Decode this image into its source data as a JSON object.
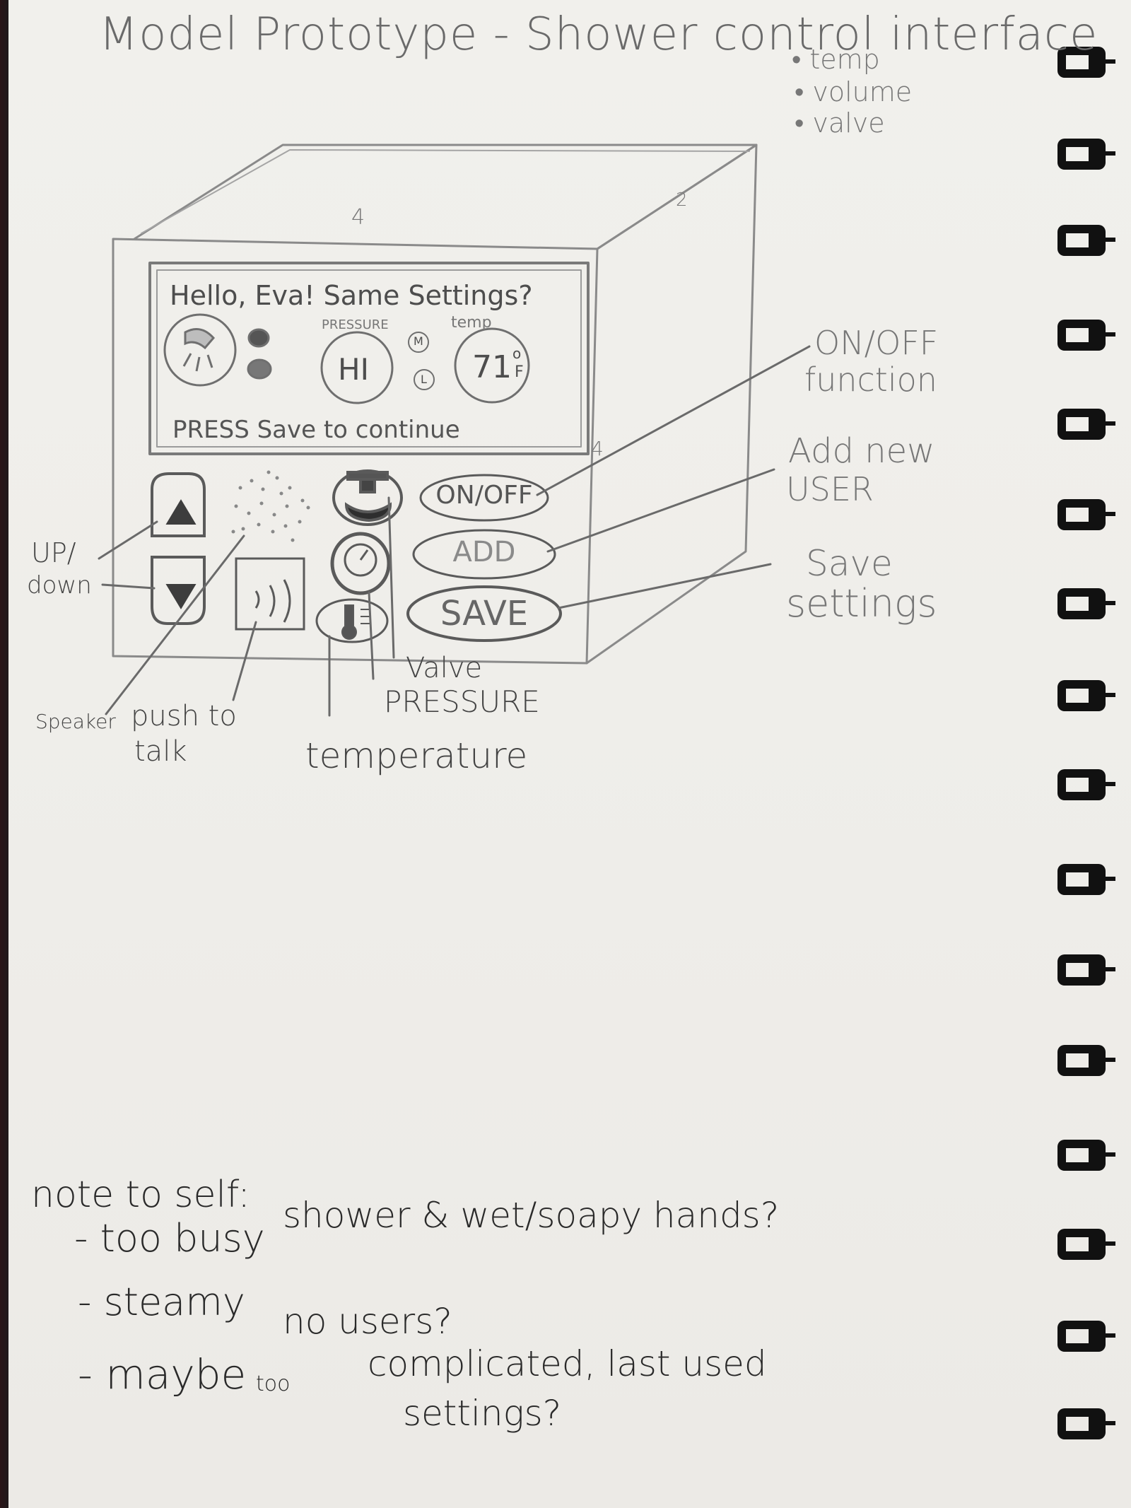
{
  "title": "Model Prototype - Shower control interface",
  "features": [
    "• temp",
    "• volume",
    "• valve"
  ],
  "dimensions": {
    "top_depth": "4",
    "side_depth": "2",
    "side_depth_lower": "4"
  },
  "screen": {
    "greeting": "Hello, Eva! Same Settings?",
    "pressure_label": "PRESSURE",
    "temp_label": "temp",
    "pressure_value": "HI",
    "temp_value": "71",
    "temp_unit_degree": "o",
    "temp_unit_letter": "F",
    "medium_indicator": "M",
    "low_indicator": "L",
    "prompt": "PRESS Save to continue"
  },
  "buttons": {
    "on_off": "ON/OFF",
    "add": "ADD",
    "save": "SAVE"
  },
  "annotations": {
    "on_off_function": [
      "ON/OFF",
      "function"
    ],
    "add_new_user": [
      "Add new",
      "USER"
    ],
    "save_settings": [
      "Save",
      "settings"
    ],
    "up_down": [
      "UP/",
      "down"
    ],
    "speaker": "Speaker",
    "push_to_talk": [
      "push to",
      "talk"
    ],
    "valve": "Valve",
    "pressure": "PRESSURE",
    "temperature": "temperature"
  },
  "notes": {
    "heading": "note to self:",
    "line1": "- too busy",
    "line2a": "- steamy",
    "line2b": "shower & wet/soapy hands?",
    "line3a": "- maybe",
    "line3b": "no users?",
    "line4a": "too",
    "line4b": "complicated, last used",
    "line5": "settings?"
  }
}
